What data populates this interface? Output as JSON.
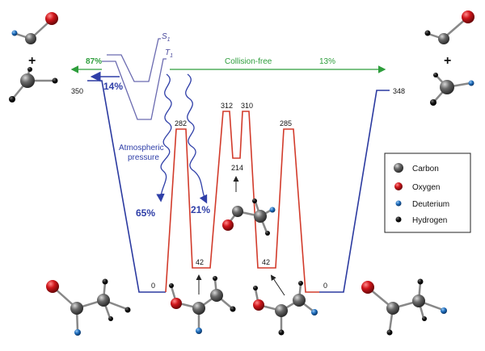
{
  "colors": {
    "carbon": "#5f5f5f",
    "oxygen": "#d0161b",
    "deuterium": "#1f6fbf",
    "hydrogen": "#111111",
    "singlet_triplet": "#4a4a9c",
    "ground": "#2b3aa0",
    "red_path": "#d23b2b",
    "green": "#2e9e3c",
    "blue_text": "#2f3fa8"
  },
  "states": {
    "s1": "S",
    "s1_sub": "1",
    "t1": "T",
    "t1_sub": "1"
  },
  "energies": {
    "left_reactants": "350",
    "right_products": "348",
    "left_min": "0",
    "right_min": "0",
    "ts1": "282",
    "ts_mid_left": "312",
    "ts_mid_right": "310",
    "ts_right": "285",
    "int_mid": "214",
    "enol_left": "42",
    "enol_right": "42"
  },
  "branching": {
    "green_left": "87%",
    "green_right": "13%",
    "collision_free": "Collision-free",
    "blue_14": "14%",
    "atmospheric_line1": "Atmospheric",
    "atmospheric_line2": "pressure",
    "pct_65": "65%",
    "pct_21": "21%"
  },
  "legend": {
    "items": [
      {
        "label": "Carbon",
        "color": "#5f5f5f"
      },
      {
        "label": "Oxygen",
        "color": "#d0161b"
      },
      {
        "label": "Deuterium",
        "color": "#1f6fbf"
      },
      {
        "label": "Hydrogen",
        "color": "#111111"
      }
    ]
  },
  "plus": "+"
}
